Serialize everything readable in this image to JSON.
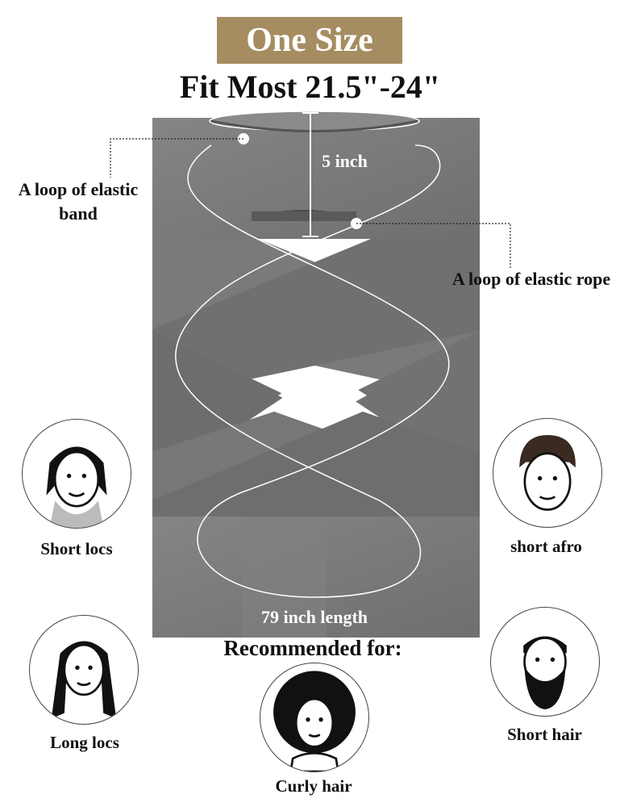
{
  "header": {
    "badge": "One Size",
    "fit": "Fit Most 21.5\"-24\""
  },
  "annotations": {
    "elastic_band": "A loop of elastic band",
    "elastic_rope": "A loop of elastic rope",
    "height": "5 inch",
    "length": "79 inch length"
  },
  "recommend": {
    "title": "Recommended for:",
    "styles": [
      "Short locs",
      "short afro",
      "Long locs",
      "Curly hair",
      "Short hair"
    ]
  },
  "colors": {
    "badge": "#a58d61",
    "fabric": "#7b7b7b",
    "fabric_dark": "#5e5e5e"
  }
}
